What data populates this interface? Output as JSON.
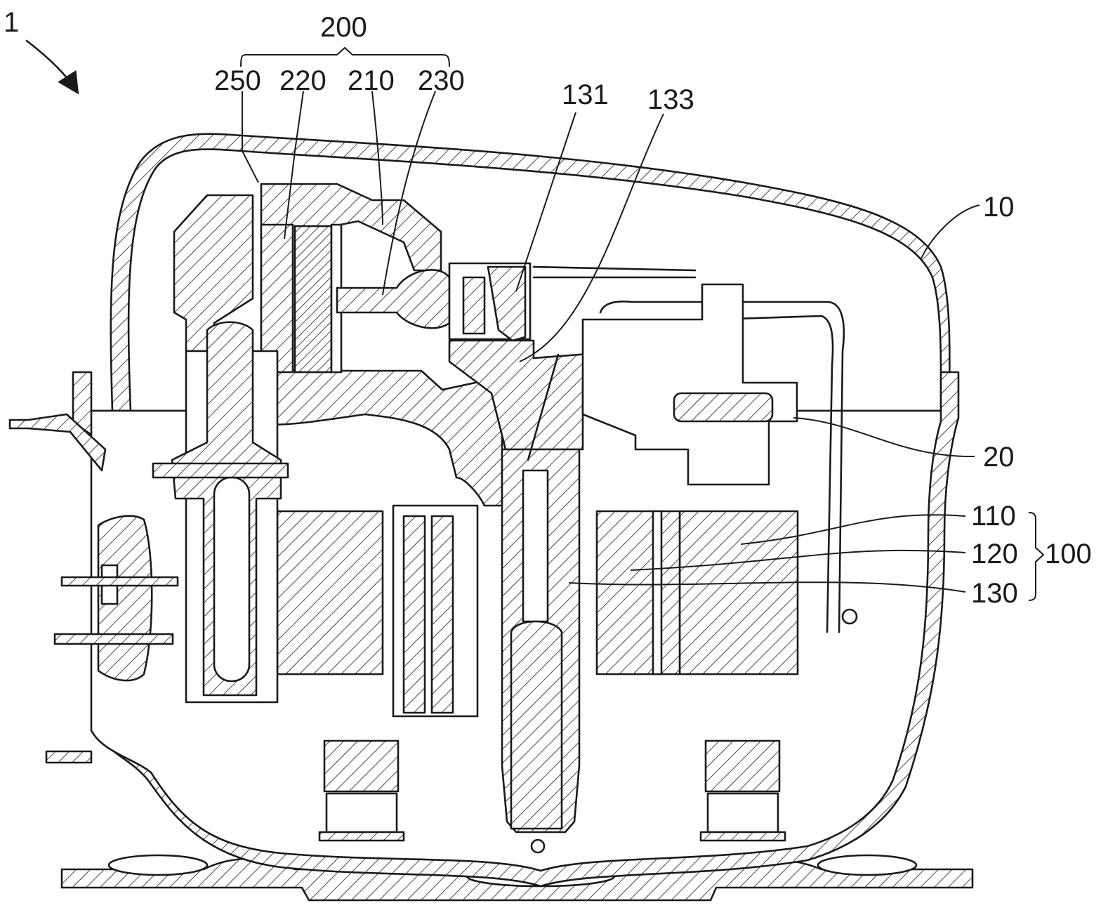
{
  "figure": {
    "labels": {
      "assembly": "1",
      "shell": "10",
      "frame": "20",
      "motor": "100",
      "stator": "110",
      "rotor": "120",
      "shaft": "130",
      "shaft_upper": "131",
      "shaft_passage": "133",
      "compression_unit": "200",
      "piston": "210",
      "cylinder": "220",
      "connecting_rod": "230",
      "valve_assembly": "250"
    }
  }
}
